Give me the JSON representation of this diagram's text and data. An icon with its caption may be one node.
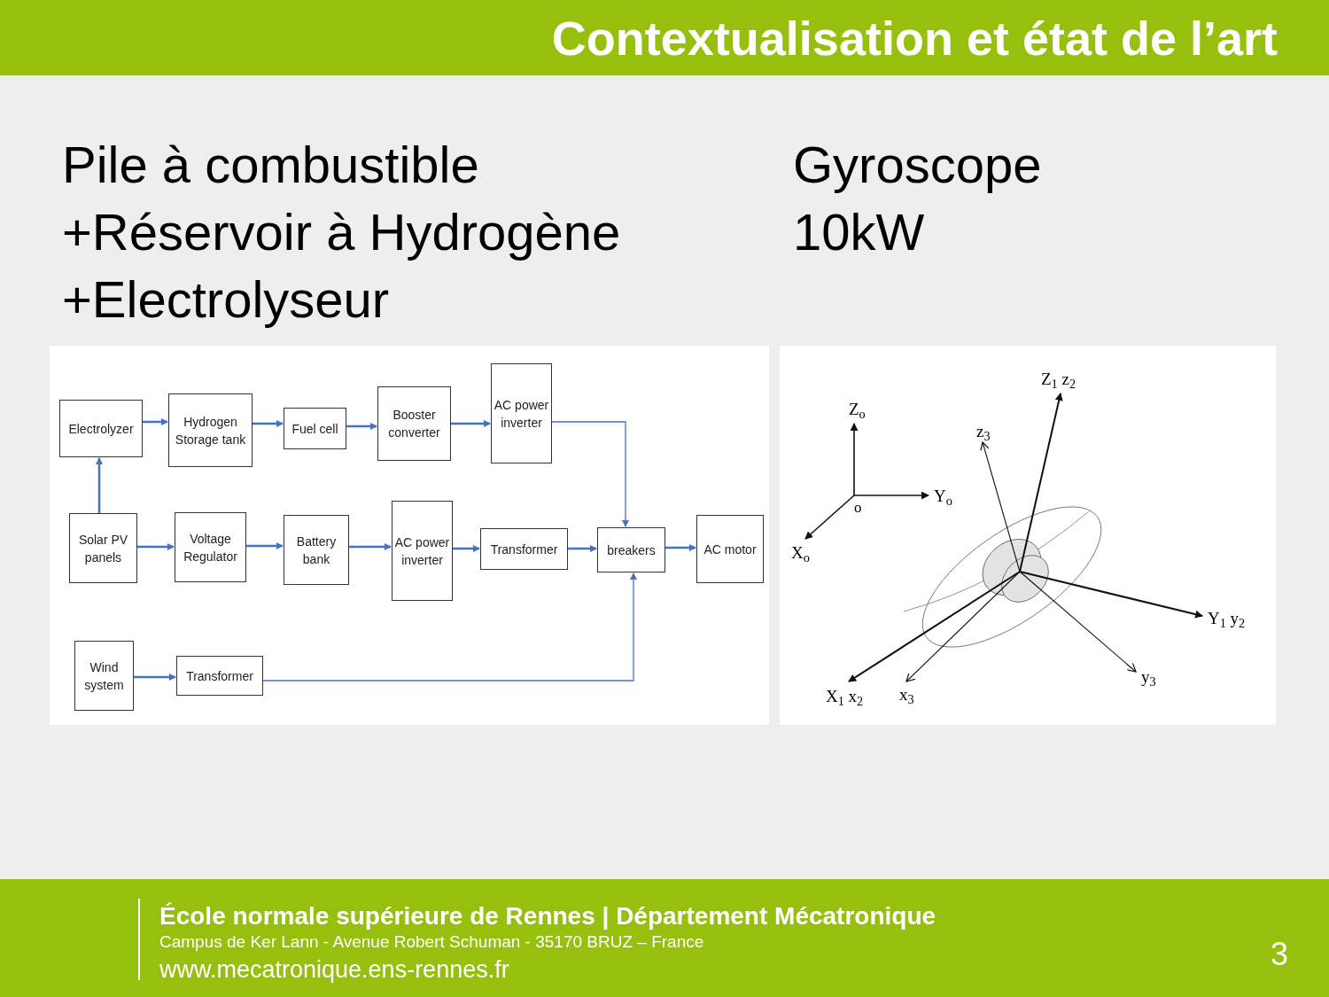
{
  "diagram": {
    "title": "Contextualisation et état de l’art",
    "nodes": [
      {
        "text": [
          "Electrolyzer"
        ]
      },
      {
        "text": [
          "Hydrogen Storage tank"
        ]
      },
      {
        "text": [
          "Fuel cell"
        ]
      },
      {
        "text": [
          "Booster converter"
        ]
      },
      {
        "text": [
          "AC power inverter"
        ]
      },
      {
        "text": [
          "Solar PV panels"
        ]
      },
      {
        "text": [
          "Voltage Regulator"
        ]
      },
      {
        "text": [
          "Battery bank"
        ]
      },
      {
        "text": [
          "AC power inverter"
        ]
      },
      {
        "text": [
          "Transformer"
        ]
      },
      {
        "text": [
          "breakers"
        ]
      },
      {
        "text": [
          "AC motor"
        ]
      },
      {
        "text": [
          "Wind system"
        ]
      },
      {
        "text": [
          "Transformer"
        ]
      }
    ],
    "edges": [
      {
        "from": 0,
        "to": 1,
        "arrow": "to"
      },
      {
        "from": 1,
        "to": 2,
        "arrow": "to"
      },
      {
        "from": 2,
        "to": 3,
        "arrow": "to"
      },
      {
        "from": 3,
        "to": 4,
        "arrow": "to"
      },
      {
        "from": 4,
        "to": 10,
        "arrow": "to"
      },
      {
        "from": 5,
        "to": 0,
        "arrow": "to"
      },
      {
        "from": 5,
        "to": 6,
        "arrow": "to"
      },
      {
        "from": 6,
        "to": 7,
        "arrow": "to"
      },
      {
        "from": 7,
        "to": 8,
        "arrow": "to"
      },
      {
        "from": 8,
        "to": 9,
        "arrow": "to"
      },
      {
        "from": 9,
        "to": 10,
        "arrow": "to"
      },
      {
        "from": 10,
        "to": 11,
        "arrow": "to"
      },
      {
        "from": 12,
        "to": 13,
        "arrow": "to"
      },
      {
        "from": 13,
        "to": 10,
        "arrow": "to"
      }
    ],
    "labels": [
      "Pile à combustible",
      "+Réservoir à Hydrogène",
      "+Electrolyseur",
      "Gyroscope",
      "10kW",
      "Z$_{o}$",
      "Y$_{o}$",
      "o",
      "X$_{o}$",
      "Z$_{1}$ z$_{2}$",
      "z$_{3}$",
      "Y$_{1}$ y$_{2}$",
      "y$_{3}$",
      "X$_{1}$ x$_{2}$",
      "x$_{3}$",
      "École normale supérieure de Rennes | Département Mécatronique",
      "Campus de Ker Lann - Avenue Robert Schuman - 35170  BRUZ – France",
      "www.mecatronique.ens-rennes.fr",
      "3"
    ]
  }
}
